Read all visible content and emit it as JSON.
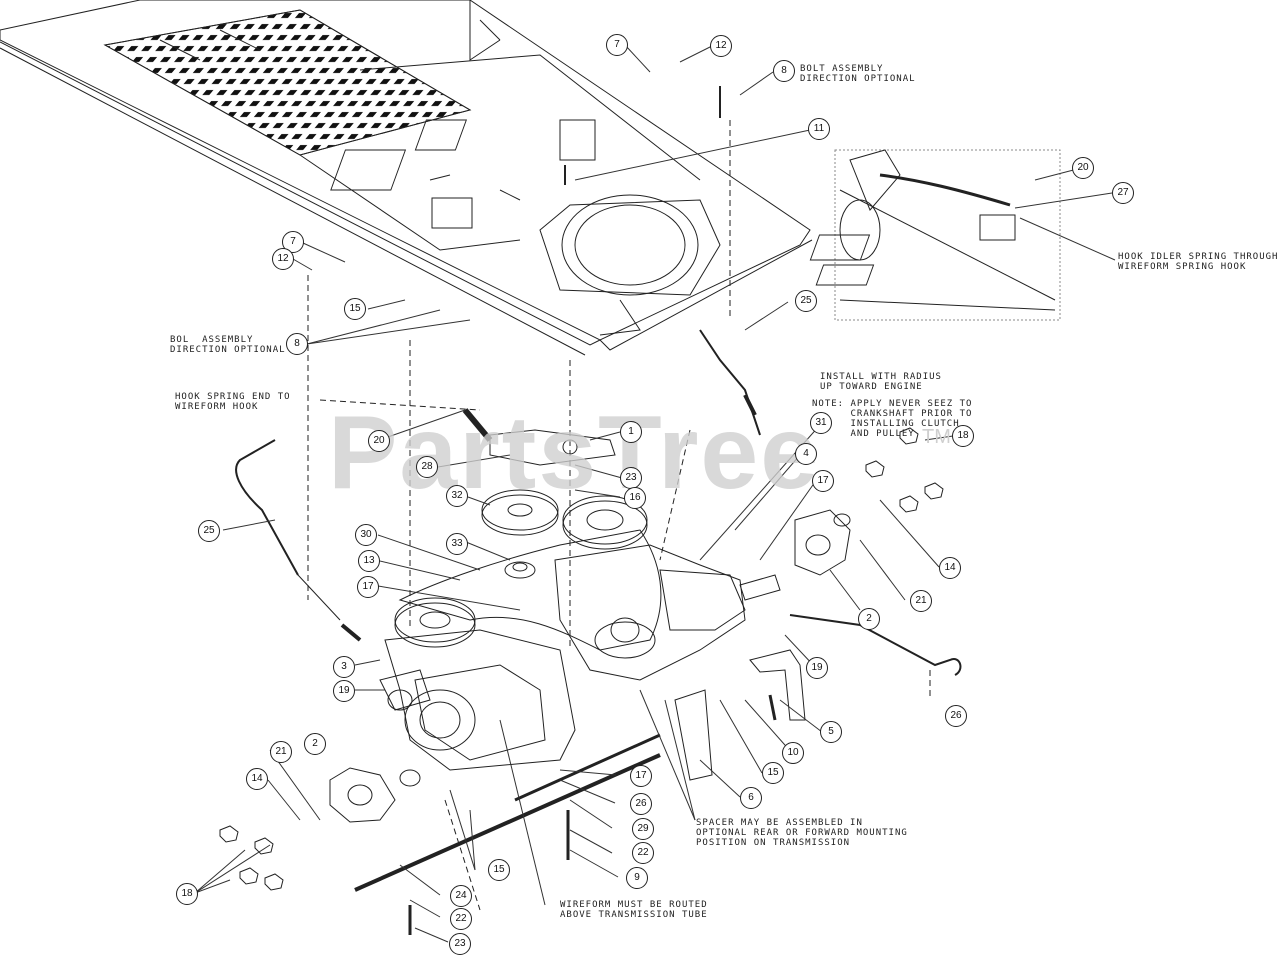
{
  "watermark": {
    "text": "PartsTree",
    "tm": "TM"
  },
  "notes": {
    "bolt_assembly_top": "BOLT ASSEMBLY\nDIRECTION OPTIONAL",
    "bolt_assembly_left": "BOL  ASSEMBLY\nDIRECTION OPTIONAL",
    "hook_idler": "HOOK IDLER SPRING THROUGH\nWIREFORM SPRING HOOK",
    "hook_spring": "HOOK SPRING END TO\nWIREFORM HOOK",
    "install_radius": "INSTALL WITH RADIUS\nUP TOWARD ENGINE",
    "apply_never_seez": "NOTE: APPLY NEVER SEEZ TO\n      CRANKSHAFT PRIOR TO\n      INSTALLING CLUTCH\n      AND PULLEY",
    "spacer": "SPACER MAY BE ASSEMBLED IN\nOPTIONAL REAR OR FORWARD MOUNTING\nPOSITION ON TRANSMISSION",
    "wireform": "WIREFORM MUST BE ROUTED\nABOVE TRANSMISSION TUBE"
  },
  "callouts": {
    "c7a": "7",
    "c12a": "12",
    "c8a": "8",
    "c11": "11",
    "c20a": "20",
    "c27": "27",
    "c7b": "7",
    "c12b": "12",
    "c15a": "15",
    "c8b": "8",
    "c25a": "25",
    "c1": "1",
    "c20b": "20",
    "c28": "28",
    "c23": "23",
    "c31": "31",
    "c4": "4",
    "c18a": "18",
    "c16": "16",
    "c32": "32",
    "c17a": "17",
    "c25b": "25",
    "c30": "30",
    "c13": "13",
    "c33": "33",
    "c14a": "14",
    "c17b": "17",
    "c21a": "21",
    "c2a": "2",
    "c3": "3",
    "c19a": "19",
    "c19b": "19",
    "c26a": "26",
    "c5": "5",
    "c10": "10",
    "c15b": "15",
    "c2b": "2",
    "c21b": "21",
    "c14b": "14",
    "c17c": "17",
    "c6": "6",
    "c26b": "26",
    "c29": "29",
    "c22a": "22",
    "c15c": "15",
    "c9": "9",
    "c18b": "18",
    "c24": "24",
    "c22b": "22",
    "c23b": "23"
  }
}
